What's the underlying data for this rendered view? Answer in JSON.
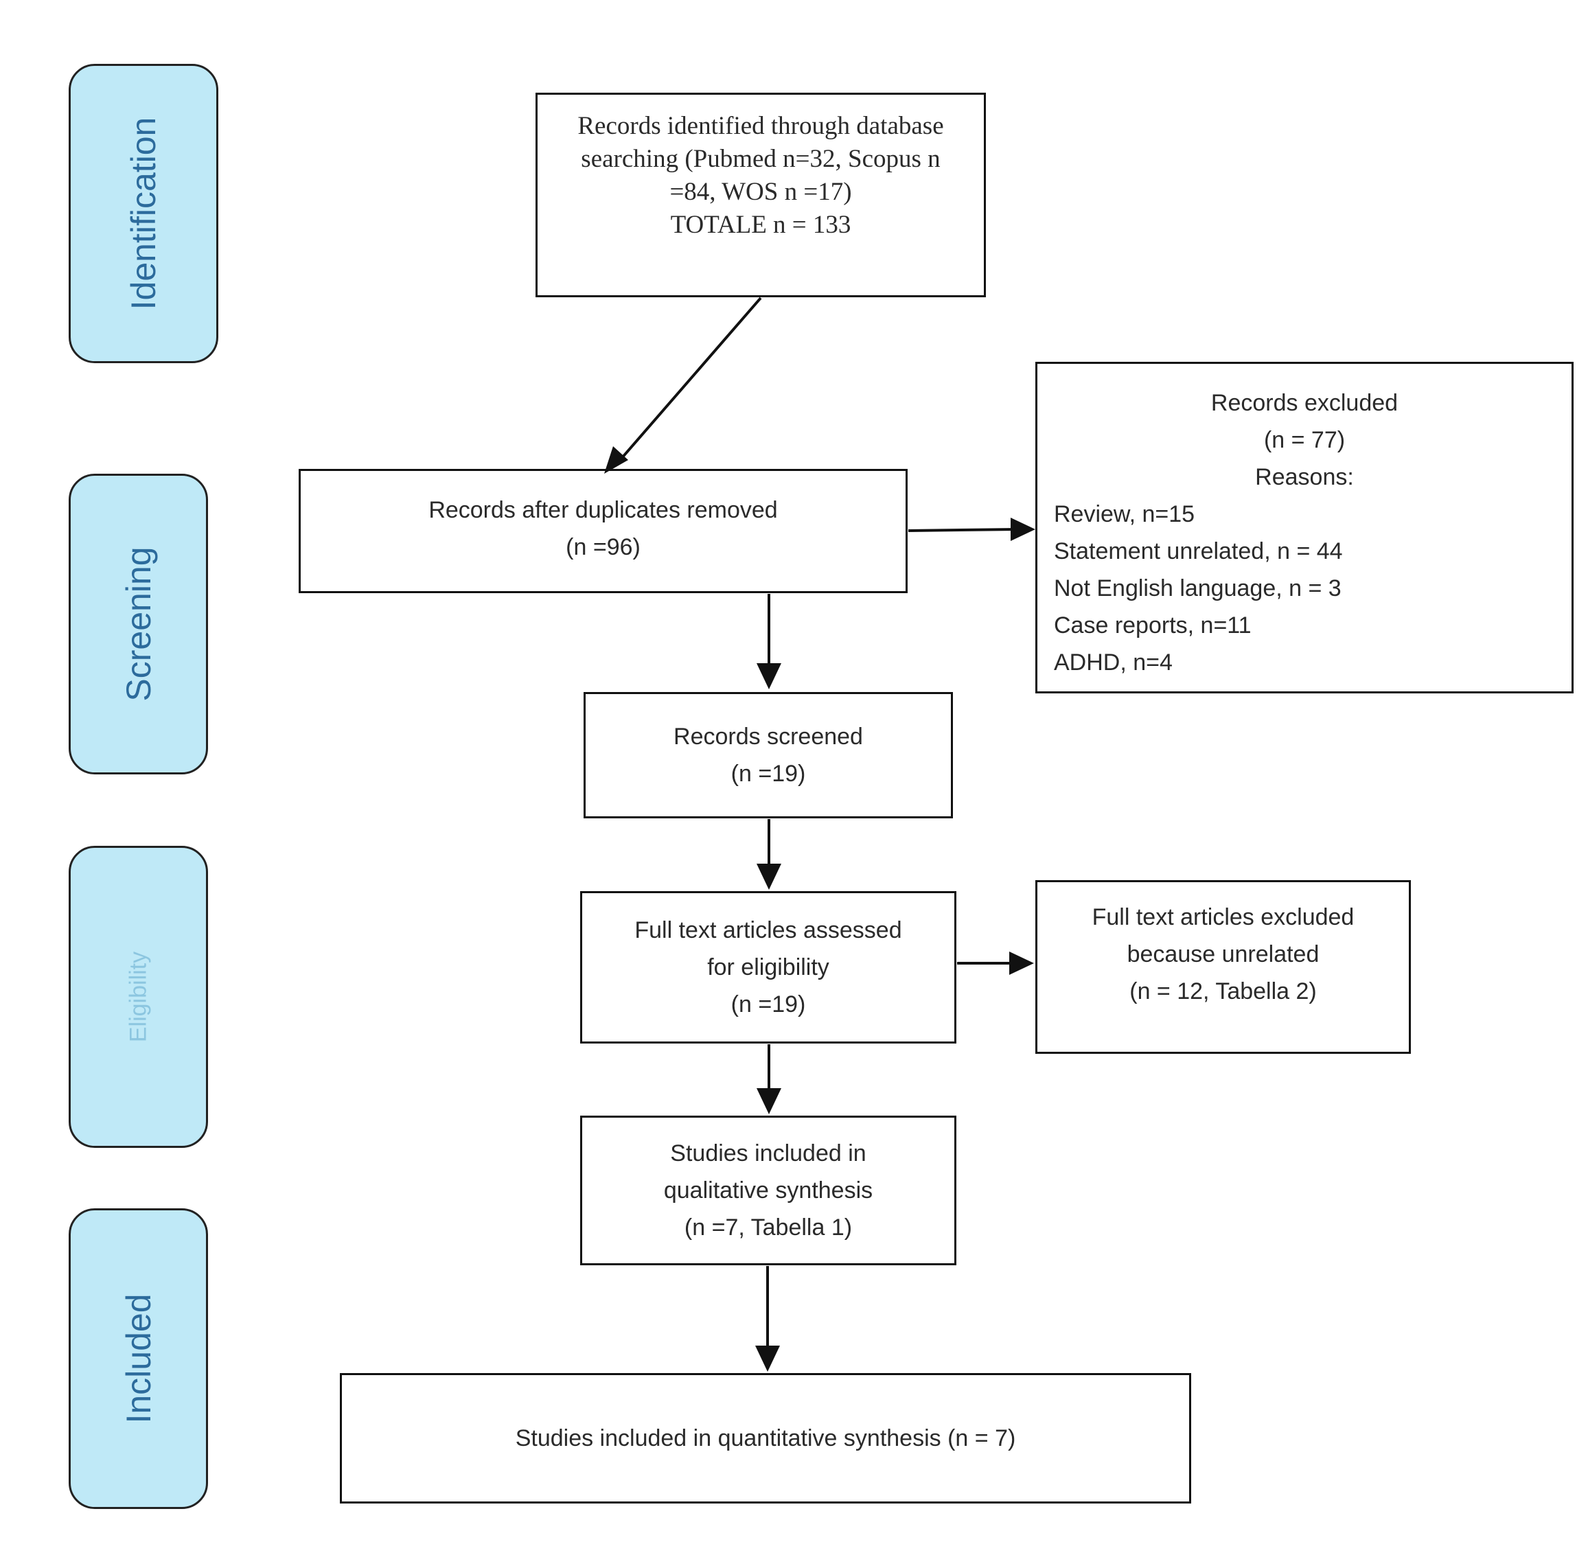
{
  "stages": [
    {
      "id": "identification",
      "label": "Identification"
    },
    {
      "id": "screening",
      "label": "Screening"
    },
    {
      "id": "eligibility",
      "label": "Eligibility"
    },
    {
      "id": "included",
      "label": "Included"
    }
  ],
  "boxes": {
    "identified": {
      "lines": [
        "Records identified through database",
        "searching (Pubmed n=32, Scopus n",
        "=84, WOS n =17)",
        "TOTALE n = 133"
      ]
    },
    "after_duplicates": {
      "lines": [
        "Records after duplicates removed",
        "(n =96)"
      ]
    },
    "excluded": {
      "header": [
        "Records excluded",
        "(n = 77)",
        "Reasons:"
      ],
      "reasons": [
        "Review, n=15",
        "Statement unrelated, n = 44",
        "Not English language, n = 3",
        "Case reports, n=11",
        "ADHD, n=4"
      ]
    },
    "screened": {
      "lines": [
        "Records screened",
        "(n =19)"
      ]
    },
    "full_text": {
      "lines": [
        "Full text articles assessed",
        "for eligibility",
        "(n =19)"
      ]
    },
    "full_text_excluded": {
      "lines": [
        "Full text articles excluded",
        "because unrelated",
        "(n = 12, Tabella 2)"
      ]
    },
    "qualitative": {
      "lines": [
        "Studies included in",
        "qualitative synthesis",
        "(n =7, Tabella 1)"
      ]
    },
    "quantitative": {
      "lines": [
        "Studies included in quantitative synthesis (n = 7)"
      ]
    }
  }
}
